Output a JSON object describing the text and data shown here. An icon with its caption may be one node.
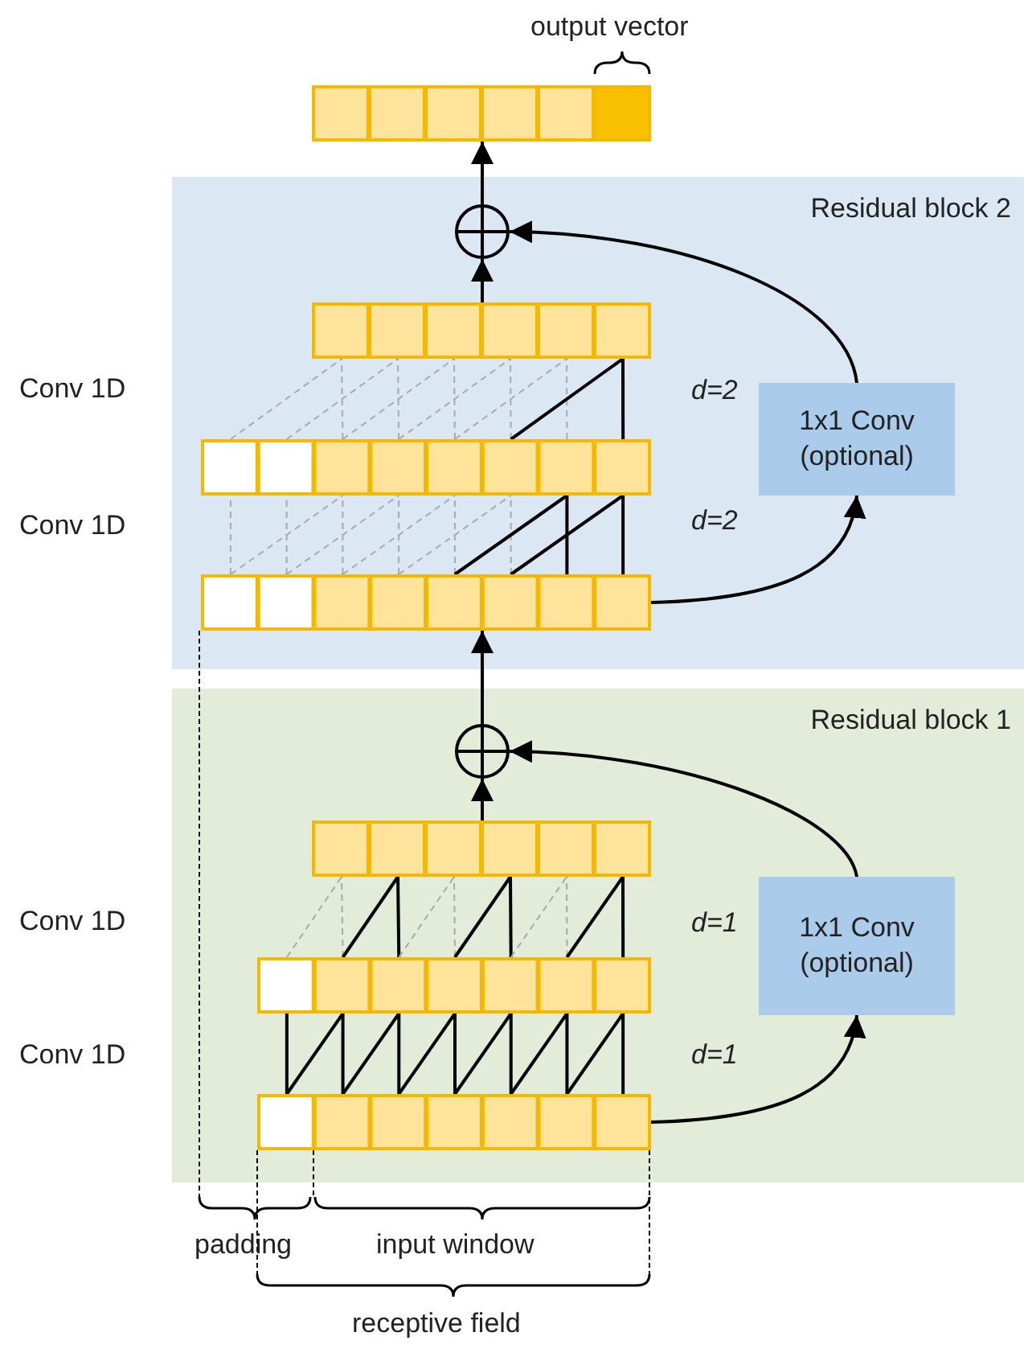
{
  "diagram": {
    "nodes": [
      {
        "text": [],
        "shape": "bar",
        "beside": [
          "output vector"
        ]
      },
      {
        "text": [
          "Residual block 2"
        ]
      },
      {
        "text": [],
        "shape": "circle",
        "in": 1
      },
      {
        "text": [],
        "shape": "bar",
        "in": 1
      },
      {
        "text": [
          "1x1 Conv (optional)"
        ],
        "in": 1
      },
      {
        "text": [],
        "shape": "bar",
        "in": 1
      },
      {
        "text": [],
        "shape": "bar",
        "in": 1
      },
      {
        "text": [
          "Residual block 1"
        ]
      },
      {
        "text": [],
        "shape": "circle",
        "in": 7
      },
      {
        "text": [],
        "shape": "bar",
        "in": 7
      },
      {
        "text": [
          "1x1 Conv (optional)"
        ],
        "in": 7
      },
      {
        "text": [],
        "shape": "bar",
        "in": 7
      },
      {
        "text": [],
        "shape": "bar",
        "in": 7
      }
    ],
    "edges": [
      {
        "from": 2,
        "to": 0,
        "arrow": "to"
      },
      {
        "from": 3,
        "to": 2,
        "arrow": "to"
      },
      {
        "from": 4,
        "to": 2,
        "arrow": "to"
      },
      {
        "from": 6,
        "to": 4,
        "arrow": "to"
      },
      {
        "from": 8,
        "to": 6,
        "arrow": "to"
      },
      {
        "from": 9,
        "to": 8,
        "arrow": "to"
      },
      {
        "from": 10,
        "to": 8,
        "arrow": "to"
      },
      {
        "from": 12,
        "to": 10,
        "arrow": "to"
      }
    ],
    "labels": [
      "Conv 1D",
      "d=2",
      "Conv 1D",
      "d=2",
      "Conv 1D",
      "d=1",
      "Conv 1D",
      "d=1",
      "padding",
      "input window",
      "receptive field"
    ]
  }
}
